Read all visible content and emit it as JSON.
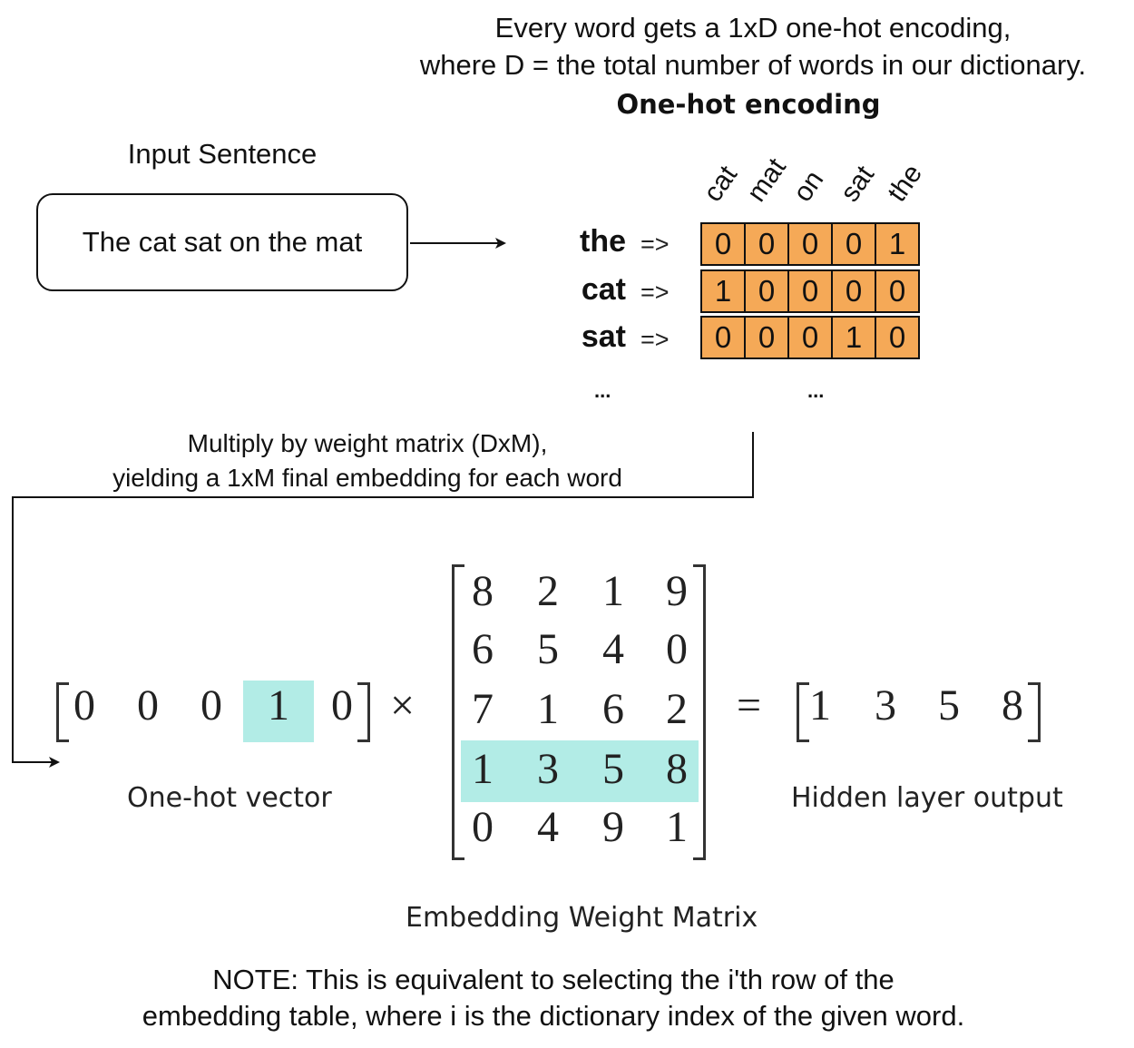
{
  "top_caption": {
    "line1": "Every word gets a 1xD one-hot encoding,",
    "line2": "where D = the total number of words in our dictionary."
  },
  "onehot_title": "One-hot encoding",
  "input": {
    "title": "Input Sentence",
    "sentence": "The cat sat on the mat"
  },
  "encoding": {
    "columns": [
      "cat",
      "mat",
      "on",
      "sat",
      "the"
    ],
    "arrow_symbol": "=>",
    "rows": [
      {
        "word": "the",
        "values": [
          "0",
          "0",
          "0",
          "0",
          "1"
        ]
      },
      {
        "word": "cat",
        "values": [
          "1",
          "0",
          "0",
          "0",
          "0"
        ]
      },
      {
        "word": "sat",
        "values": [
          "0",
          "0",
          "0",
          "1",
          "0"
        ]
      }
    ],
    "ellipsis": "..."
  },
  "multiply_caption": {
    "line1": "Multiply by weight matrix (DxM),",
    "line2": "yielding a 1xM final embedding for each word"
  },
  "equation": {
    "vector": [
      "0",
      "0",
      "0",
      "1",
      "0"
    ],
    "highlight_index": 3,
    "times": "×",
    "equals": "=",
    "matrix": [
      [
        "8",
        "2",
        "1",
        "9"
      ],
      [
        "6",
        "5",
        "4",
        "0"
      ],
      [
        "7",
        "1",
        "6",
        "2"
      ],
      [
        "1",
        "3",
        "5",
        "8"
      ],
      [
        "0",
        "4",
        "9",
        "1"
      ]
    ],
    "output": [
      "1",
      "3",
      "5",
      "8"
    ],
    "highlight_color": "#b2ece6",
    "cell_color": "#f5a957"
  },
  "labels": {
    "vector": "One-hot vector",
    "matrix": "Embedding Weight Matrix",
    "output": "Hidden layer output"
  },
  "note": {
    "line1": "NOTE: This is equivalent to selecting the i'th row of the",
    "line2": "embedding table, where i is the dictionary index of the given word."
  }
}
